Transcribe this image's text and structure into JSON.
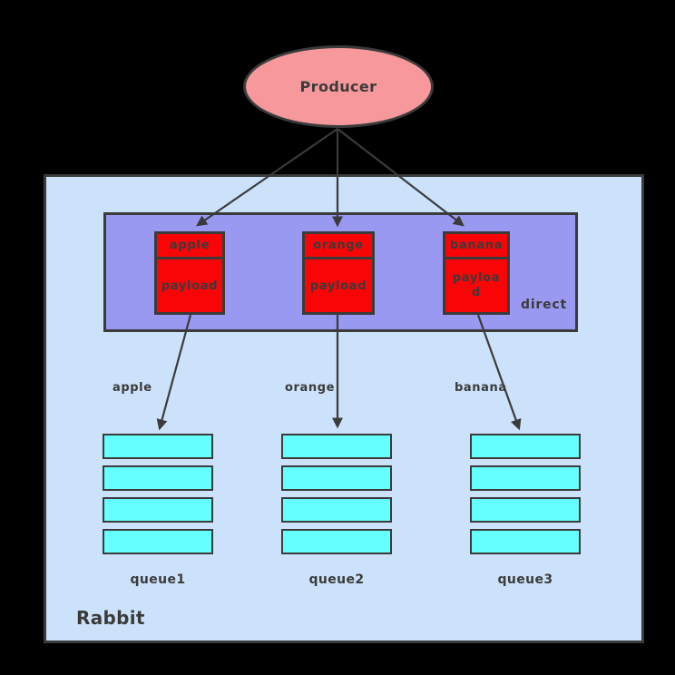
{
  "colors": {
    "background": "#000000",
    "stroke": "#3b3b3b",
    "producer_fill": "#f7999c",
    "broker_fill": "#cce2fa",
    "exchange_fill": "#9a99f2",
    "message_fill": "#fa0507",
    "queue_fill": "#66ffff"
  },
  "producer": {
    "label": "Producer"
  },
  "broker": {
    "label": "Rabbit"
  },
  "exchange": {
    "label": "direct"
  },
  "messages": [
    {
      "routing_key": "apple",
      "payload": "payload"
    },
    {
      "routing_key": "orange",
      "payload": "payload"
    },
    {
      "routing_key": "banana",
      "payload": "payload"
    }
  ],
  "bindings": [
    {
      "routing_key": "apple"
    },
    {
      "routing_key": "orange"
    },
    {
      "routing_key": "banana"
    }
  ],
  "queues": [
    {
      "name": "queue1",
      "slots": 4
    },
    {
      "name": "queue2",
      "slots": 4
    },
    {
      "name": "queue3",
      "slots": 4
    }
  ]
}
